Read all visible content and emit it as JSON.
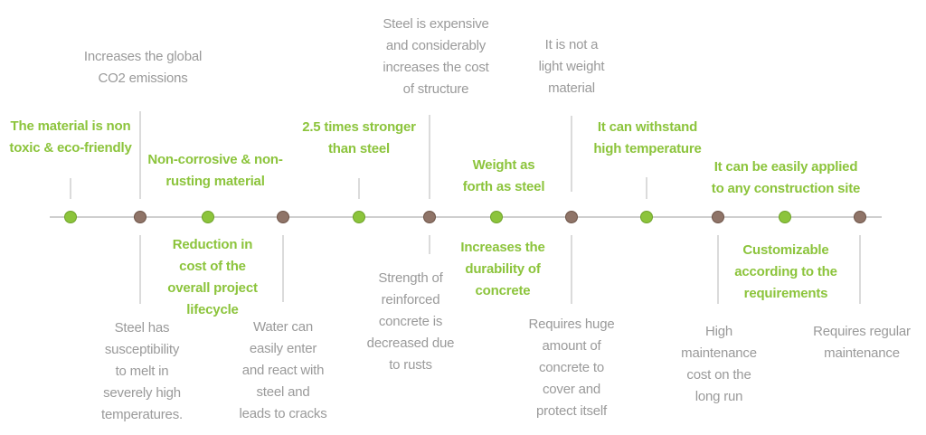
{
  "colors": {
    "green_text": "#8cc43c",
    "gray_text": "#9a9a9a",
    "line": "#cfcfcf",
    "green_dot": "#8cc43c",
    "brown_dot": "#8f7468"
  },
  "labels": [
    {
      "id": "l1",
      "kind": "green",
      "lines": [
        "The material is non",
        "toxic & eco-friendly"
      ]
    },
    {
      "id": "l2",
      "kind": "gray",
      "lines": [
        "Increases the global",
        "CO2 emissions"
      ]
    },
    {
      "id": "l3",
      "kind": "green",
      "lines": [
        "Non-corrosive & non-",
        "rusting material"
      ]
    },
    {
      "id": "l4",
      "kind": "green",
      "lines": [
        "2.5 times stronger",
        "than steel"
      ]
    },
    {
      "id": "l5",
      "kind": "gray",
      "lines": [
        "Steel is expensive",
        "and considerably",
        "increases the cost",
        "of structure"
      ]
    },
    {
      "id": "l6",
      "kind": "green",
      "lines": [
        "Weight as",
        "forth as steel"
      ]
    },
    {
      "id": "l7",
      "kind": "gray",
      "lines": [
        "It is not a",
        "light weight",
        "material"
      ]
    },
    {
      "id": "l8",
      "kind": "green",
      "lines": [
        "It can withstand",
        "high temperature"
      ]
    },
    {
      "id": "l9",
      "kind": "green",
      "lines": [
        "It can be easily applied",
        "to any construction site"
      ]
    },
    {
      "id": "l10",
      "kind": "green",
      "lines": [
        "Reduction in",
        "cost of the",
        "overall project",
        "lifecycle"
      ]
    },
    {
      "id": "l11",
      "kind": "gray",
      "lines": [
        "Steel has",
        "susceptibility",
        "to melt in",
        "severely high",
        "temperatures."
      ]
    },
    {
      "id": "l12",
      "kind": "gray",
      "lines": [
        "Water can",
        "easily enter",
        "and react with",
        "steel and",
        "leads to cracks"
      ]
    },
    {
      "id": "l13",
      "kind": "gray",
      "lines": [
        "Strength of",
        "reinforced",
        "concrete is",
        "decreased due",
        "to rusts"
      ]
    },
    {
      "id": "l14",
      "kind": "green",
      "lines": [
        "Increases the",
        "durability of",
        "concrete"
      ]
    },
    {
      "id": "l15",
      "kind": "gray",
      "lines": [
        "Requires huge",
        "amount of",
        "concrete to",
        "cover and",
        "protect itself"
      ]
    },
    {
      "id": "l16",
      "kind": "green",
      "lines": [
        "Customizable",
        "according to the",
        "requirements"
      ]
    },
    {
      "id": "l17",
      "kind": "gray",
      "lines": [
        "High",
        "maintenance",
        "cost on the",
        "long run"
      ]
    },
    {
      "id": "l18",
      "kind": "gray",
      "lines": [
        "Requires regular",
        "maintenance"
      ]
    }
  ],
  "dots": [
    "green",
    "brown",
    "green",
    "brown",
    "green",
    "brown",
    "green",
    "brown",
    "green",
    "brown",
    "green",
    "brown"
  ]
}
